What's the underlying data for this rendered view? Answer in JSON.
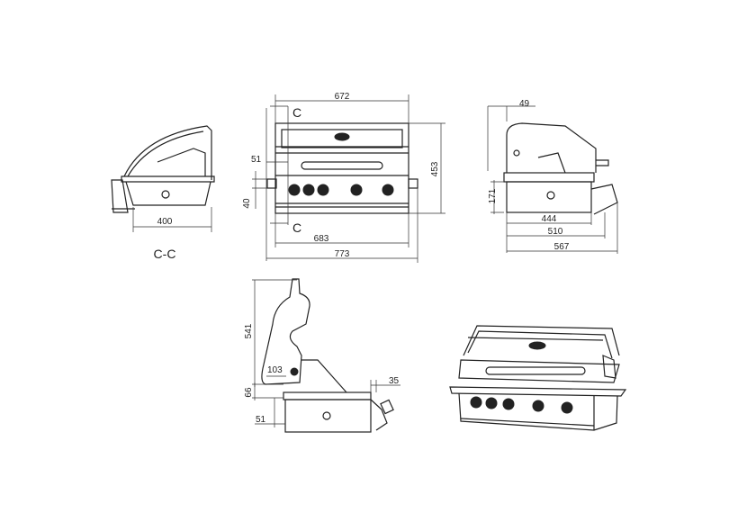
{
  "section_view": {
    "label": "C-C",
    "width_dim": "400"
  },
  "front_view": {
    "top_width": "672",
    "height": "453",
    "offset_top": "51",
    "offset_side": "40",
    "inner_width": "683",
    "overall_width": "773",
    "section_mark_top": "C",
    "section_mark_bottom": "C",
    "knob_count": 5
  },
  "side_view": {
    "handle_depth": "49",
    "body_height": "171",
    "depth_inner": "444",
    "depth_mid": "510",
    "depth_overall": "567"
  },
  "open_lid_view": {
    "lid_height": "541",
    "lid_offset": "103",
    "lid_gap": "66",
    "back_offset": "51",
    "front_offset": "35"
  },
  "isometric_view": {
    "knob_count": 5
  }
}
